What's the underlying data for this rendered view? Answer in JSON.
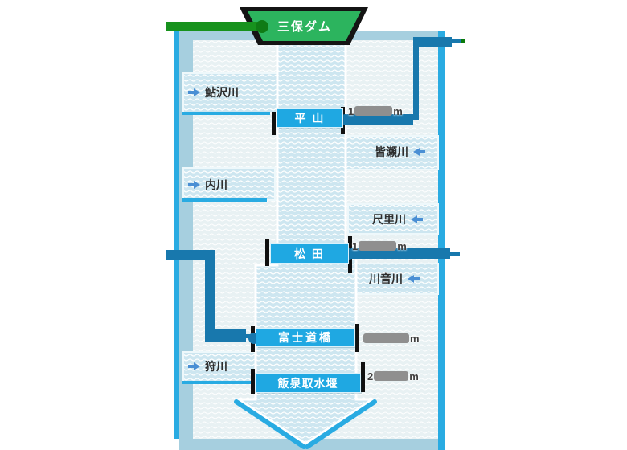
{
  "dam": {
    "label": "三保ダム"
  },
  "stations": [
    {
      "id": "hirayama",
      "label": "平 山",
      "value_prefix": "1",
      "value_unit": "m",
      "value_redacted": true
    },
    {
      "id": "matsuda",
      "label": "松 田",
      "value_prefix": "1",
      "value_unit": "m",
      "value_redacted": true
    },
    {
      "id": "fujimichibashi",
      "label": "富士道橋",
      "value_prefix": "",
      "value_unit": "m",
      "value_redacted": true
    },
    {
      "id": "iizumi",
      "label": "飯泉取水堰",
      "value_prefix": "2",
      "value_unit": "m",
      "value_redacted": true
    }
  ],
  "tributaries": [
    {
      "label": "鮎沢川",
      "side": "left",
      "flow": "right"
    },
    {
      "label": "皆瀬川",
      "side": "right",
      "flow": "left"
    },
    {
      "label": "内川",
      "side": "left",
      "flow": "right"
    },
    {
      "label": "尺里川",
      "side": "right",
      "flow": "left"
    },
    {
      "label": "川音川",
      "side": "right",
      "flow": "left"
    },
    {
      "label": "狩川",
      "side": "left",
      "flow": "right"
    }
  ],
  "colors": {
    "accent_cyan": "#29abe2",
    "station_box_blue": "#1fa8e2",
    "conduit_blue": "#1878ad",
    "dam_green": "#2cb45e",
    "canal_green": "#17921d",
    "water_pattern_fill": "#cde6f0",
    "basin_fill": "#e8f1f3",
    "border_band": "#a6cfdf",
    "redaction_gray": "#8f8f8f",
    "tick_black": "#111111",
    "arrow_blue": "#4a8fd4"
  }
}
